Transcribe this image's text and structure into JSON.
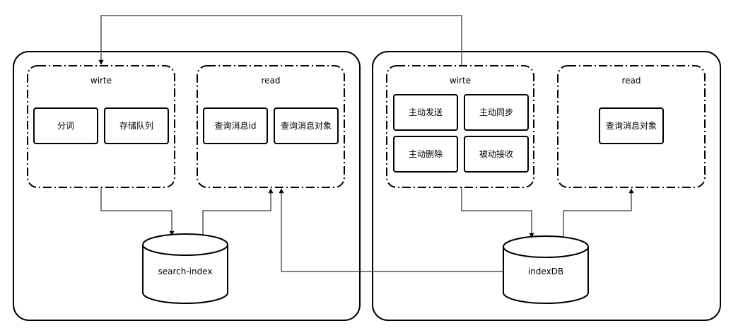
{
  "left_system": {
    "write_group": {
      "label": "wirte",
      "items": [
        "分词",
        "存储队列"
      ]
    },
    "read_group": {
      "label": "read",
      "items": [
        "查询消息id",
        "查询消息对象"
      ]
    },
    "database": {
      "label": "search-index"
    }
  },
  "right_system": {
    "write_group": {
      "label": "wirte",
      "items": [
        "主动发送",
        "主动同步",
        "主动删除",
        "被动接收"
      ]
    },
    "read_group": {
      "label": "read",
      "items": [
        "查询消息对象"
      ]
    },
    "database": {
      "label": "indexDB"
    }
  },
  "colors": {
    "stroke": "#000000",
    "background": "#ffffff"
  }
}
